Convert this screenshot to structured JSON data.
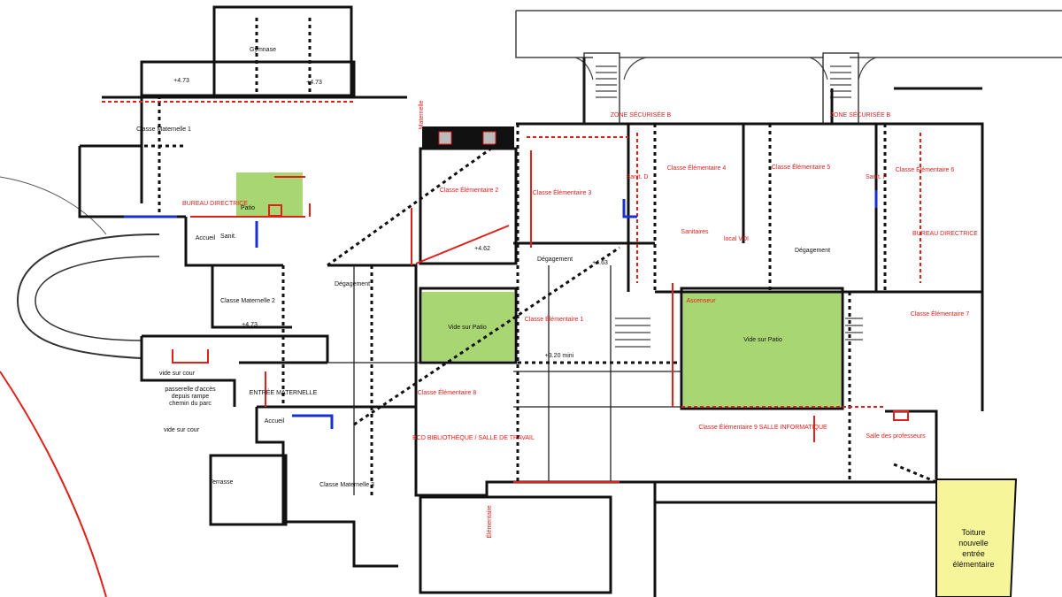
{
  "plan": {
    "colors": {
      "walls": "#111111",
      "annotations": "#e0201b",
      "patio": "#a8d672",
      "roof": "#f7f59a",
      "accessibility": "#1a2fd0"
    },
    "rooms": [
      "Gymnase",
      "Classe Maternelle 1",
      "BUREAU DIRECTRICE",
      "Patio",
      "Accueil",
      "Sanit.",
      "Classe Maternelle 2",
      "Dégagement",
      "Classe Élémentaire 2",
      "Classe Élémentaire 3",
      "Dégagement",
      "ZONE SÉCURISÉE B",
      "ZONE SÉCURISÉE B",
      "Classe Élémentaire 4",
      "Classe Élémentaire 5",
      "Classe Élémentaire 6",
      "Sanit. D",
      "Sanit. F",
      "Sanitaires",
      "local VDI",
      "Dégagement",
      "BUREAU DIRECTRICE",
      "Vide sur Patio",
      "Vide sur Patio",
      "Classe Élémentaire 1",
      "Classe Élémentaire 8",
      "Ascenseur",
      "Classe Élémentaire 9 SALLE INFORMATIQUE",
      "BCD BIBLIOTHÈQUE / SALLE DE TRAVAIL",
      "Classe Élémentaire 7",
      "Salle des professeurs",
      "vide sur cour",
      "passerelle d'accès",
      "depuis rampe",
      "chemin du parc",
      "vide sur cour",
      "ENTRÉE MATERNELLE",
      "Accueil",
      "Classe Maternelle 3",
      "Terrasse",
      "Toiture",
      "nouvelle",
      "entrée",
      "élémentaire",
      "Maternelle",
      "Élémentaire",
      "+3.20 mini",
      "+4.73",
      "+4.73",
      "+4.62",
      "+4.63",
      "+4.73"
    ]
  }
}
